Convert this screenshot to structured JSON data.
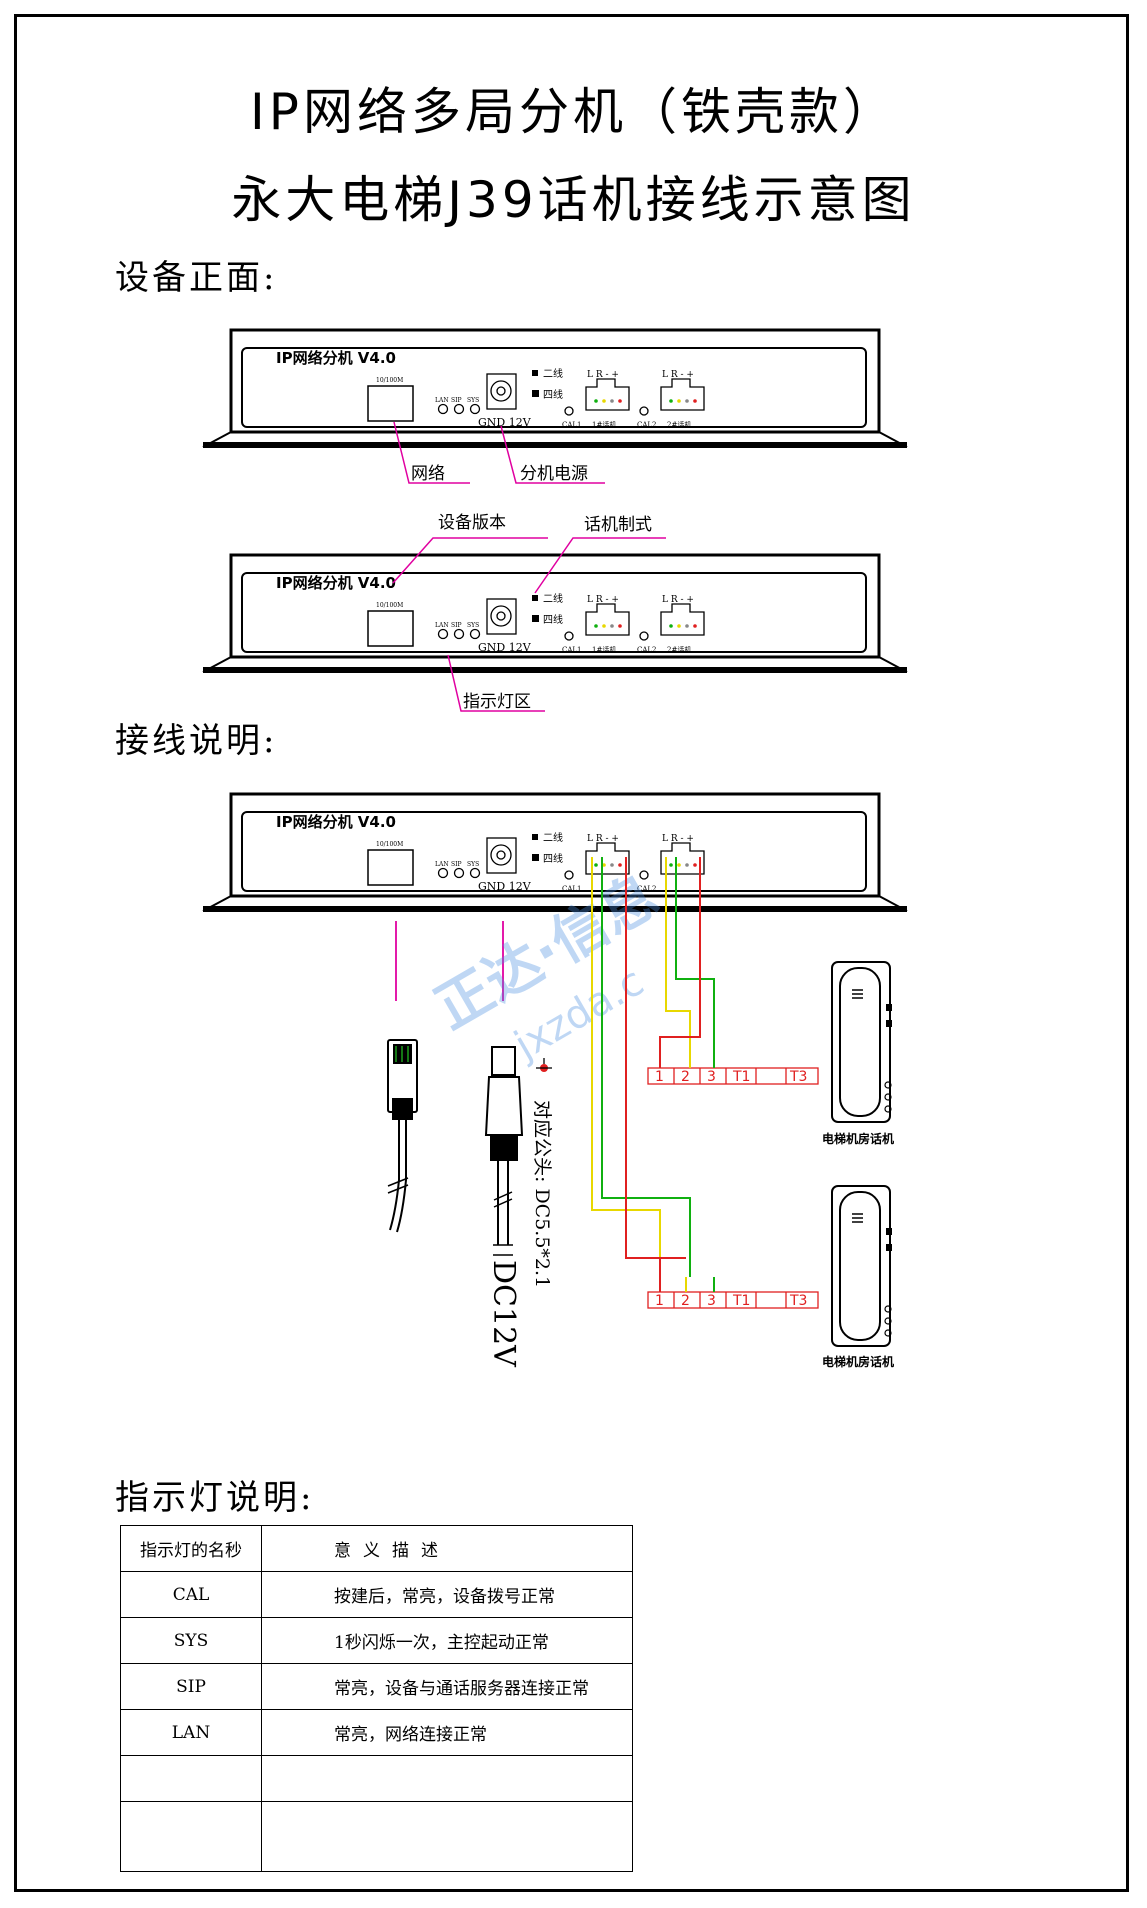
{
  "title": {
    "line1": "IP网络多局分机（铁壳款）",
    "line2": "永大电梯J39话机接线示意图"
  },
  "sections": {
    "front": "设备正面:",
    "wiring": "接线说明:",
    "indicator": "指示灯说明:"
  },
  "device": {
    "name": "IP网络分机 V4.0",
    "port_speed": "10/100M",
    "leds": [
      "LAN",
      "SIP",
      "SYS"
    ],
    "power_label": "GND 12V",
    "mode_two_wire": "二线",
    "mode_four_wire": "四线",
    "lr_label": "L R - +",
    "cal1": "CAL1",
    "cal2": "CAL2",
    "phone1": "1#话机",
    "phone2": "2#话机"
  },
  "callouts": {
    "network": "网络",
    "power": "分机电源",
    "version": "设备版本",
    "phone_mode": "话机制式",
    "led_area": "指示灯区"
  },
  "wiring": {
    "jack_note": "对应公头: DC5.5*2.1",
    "dc_label": "DC12V",
    "terminals": [
      "1",
      "2",
      "3",
      "T1",
      "T3"
    ],
    "phone_label": "电梯机房话机",
    "watermark": "正达·信息",
    "watermark_sub": "jxzda.c"
  },
  "colors": {
    "callout": "#e000a0",
    "wire_red": "#e02020",
    "wire_yellow": "#e8d800",
    "wire_green": "#10b010"
  },
  "indicator_table": {
    "header": [
      "指示灯的名秒",
      "意义描述"
    ],
    "rows": [
      {
        "name": "CAL",
        "desc": "按建后，常亮，设备拨号正常"
      },
      {
        "name": "SYS",
        "desc": "1秒闪烁一次，主控起动正常"
      },
      {
        "name": "SIP",
        "desc": "常亮，设备与通话服务器连接正常"
      },
      {
        "name": "LAN",
        "desc": "常亮，网络连接正常"
      },
      {
        "name": "",
        "desc": ""
      },
      {
        "name": "",
        "desc": ""
      }
    ]
  }
}
